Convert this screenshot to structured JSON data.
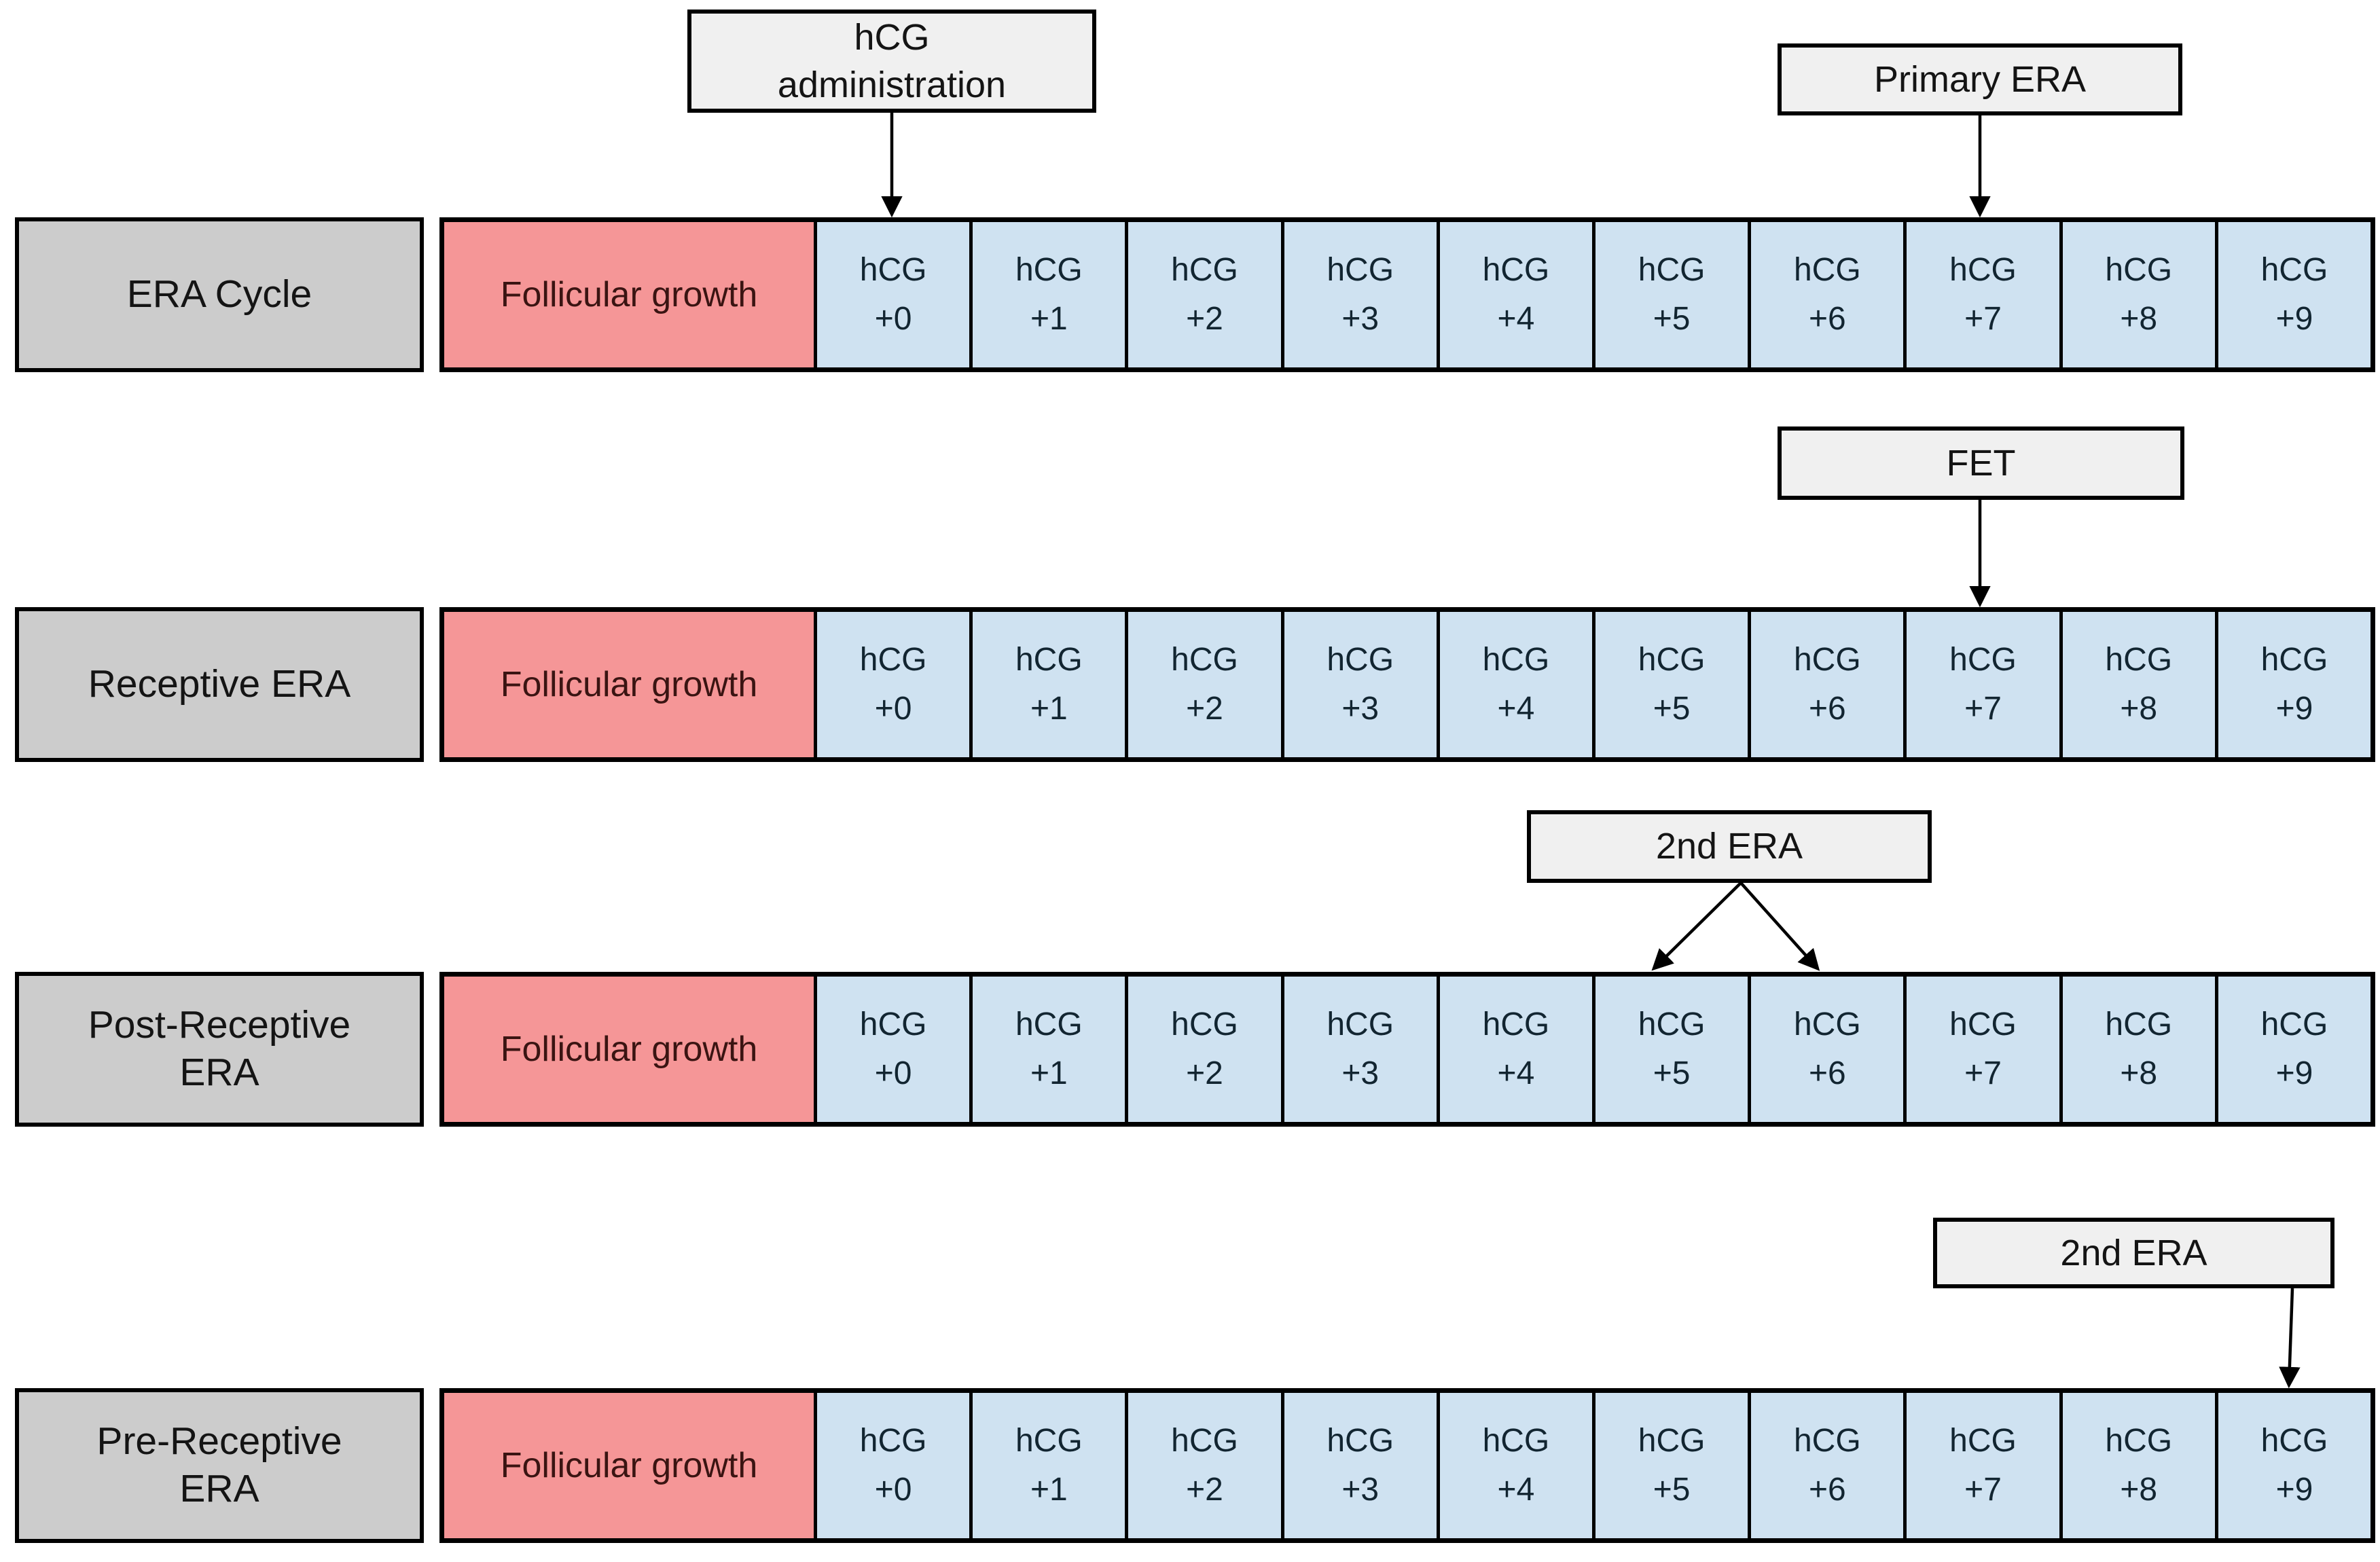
{
  "diagram": {
    "colors": {
      "row_label_bg": "#cccccc",
      "follicular_bg": "#f59697",
      "day_bg": "#cfe2f1",
      "callout_bg": "#f0f0f0",
      "border": "#000000",
      "text": "#141414",
      "follicular_text": "#3a1412",
      "day_text": "#122531"
    },
    "rows": [
      {
        "label_lines": [
          "ERA Cycle"
        ],
        "follicular": "Follicular growth",
        "cells": [
          {
            "line1": "hCG",
            "line2": "+0"
          },
          {
            "line1": "hCG",
            "line2": "+1"
          },
          {
            "line1": "hCG",
            "line2": "+2"
          },
          {
            "line1": "hCG",
            "line2": "+3"
          },
          {
            "line1": "hCG",
            "line2": "+4"
          },
          {
            "line1": "hCG",
            "line2": "+5"
          },
          {
            "line1": "hCG",
            "line2": "+6"
          },
          {
            "line1": "hCG",
            "line2": "+7"
          },
          {
            "line1": "hCG",
            "line2": "+8"
          },
          {
            "line1": "hCG",
            "line2": "+9"
          }
        ],
        "callouts": [
          {
            "lines": [
              "hCG",
              "administration"
            ],
            "points_to": "hCG +0"
          },
          {
            "lines": [
              "Primary ERA"
            ],
            "points_to": "hCG +7"
          }
        ]
      },
      {
        "label_lines": [
          "Receptive ERA"
        ],
        "follicular": "Follicular growth",
        "cells": [
          {
            "line1": "hCG",
            "line2": "+0"
          },
          {
            "line1": "hCG",
            "line2": "+1"
          },
          {
            "line1": "hCG",
            "line2": "+2"
          },
          {
            "line1": "hCG",
            "line2": "+3"
          },
          {
            "line1": "hCG",
            "line2": "+4"
          },
          {
            "line1": "hCG",
            "line2": "+5"
          },
          {
            "line1": "hCG",
            "line2": "+6"
          },
          {
            "line1": "hCG",
            "line2": "+7"
          },
          {
            "line1": "hCG",
            "line2": "+8"
          },
          {
            "line1": "hCG",
            "line2": "+9"
          }
        ],
        "callouts": [
          {
            "lines": [
              "FET"
            ],
            "points_to": "hCG +7"
          }
        ]
      },
      {
        "label_lines": [
          "Post-Receptive",
          "ERA"
        ],
        "follicular": "Follicular growth",
        "cells": [
          {
            "line1": "hCG",
            "line2": "+0"
          },
          {
            "line1": "hCG",
            "line2": "+1"
          },
          {
            "line1": "hCG",
            "line2": "+2"
          },
          {
            "line1": "hCG",
            "line2": "+3"
          },
          {
            "line1": "hCG",
            "line2": "+4"
          },
          {
            "line1": "hCG",
            "line2": "+5"
          },
          {
            "line1": "hCG",
            "line2": "+6"
          },
          {
            "line1": "hCG",
            "line2": "+7"
          },
          {
            "line1": "hCG",
            "line2": "+8"
          },
          {
            "line1": "hCG",
            "line2": "+9"
          }
        ],
        "callouts": [
          {
            "lines": [
              "2nd ERA"
            ],
            "points_to": "hCG +5 and hCG +6"
          }
        ]
      },
      {
        "label_lines": [
          "Pre-Receptive",
          "ERA"
        ],
        "follicular": "Follicular growth",
        "cells": [
          {
            "line1": "hCG",
            "line2": "+0"
          },
          {
            "line1": "hCG",
            "line2": "+1"
          },
          {
            "line1": "hCG",
            "line2": "+2"
          },
          {
            "line1": "hCG",
            "line2": "+3"
          },
          {
            "line1": "hCG",
            "line2": "+4"
          },
          {
            "line1": "hCG",
            "line2": "+5"
          },
          {
            "line1": "hCG",
            "line2": "+6"
          },
          {
            "line1": "hCG",
            "line2": "+7"
          },
          {
            "line1": "hCG",
            "line2": "+8"
          },
          {
            "line1": "hCG",
            "line2": "+9"
          }
        ],
        "callouts": [
          {
            "lines": [
              "2nd ERA"
            ],
            "points_to": "hCG +9"
          }
        ]
      }
    ]
  }
}
